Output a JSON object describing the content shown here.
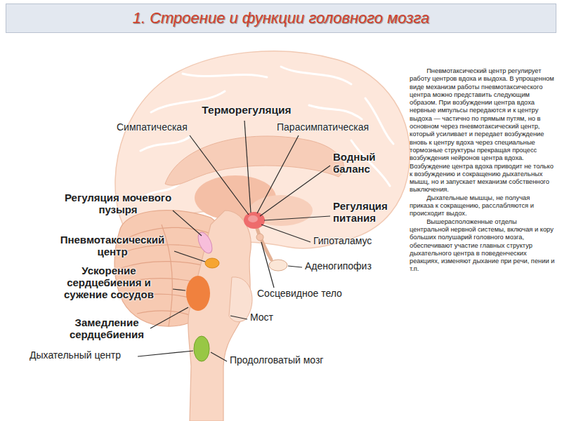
{
  "diagram": {
    "title": "1. Строение и функции головного мозга",
    "labels": [
      "Терморегуляция",
      "Симпатическая",
      "Парасимпатическая",
      "Водный баланс",
      "Регуляция питания",
      "Гипоталамус",
      "Аденогипофиз",
      "Сосцевидное тело",
      "Мост",
      "Продолговатый мозг",
      "Дыхательный центр",
      "Замедление сердцебиения",
      "Ускорение сердцебиения и сужение сосудов",
      "Пневмотаксический центр",
      "Регуляция мочевого пузыря",
      "Пневмотаксический центр регулирует работу центров вдоха и выдоха. В упрощенном виде механизм работы пневмотаксического центра можно представить следующим образом. При возбуждении центра вдоха нервные импульсы передаются и к центру выдоха — частично по прямым путям, но в основном через пневмотаксический центр, который усиливает и передает возбуждение вновь к центру вдоха через специальные тормозные структуры прекращая процесс возбуждения нейронов центра вдоха. Возбуждение центра вдоха приводит не только к возбуждению и сокращению дыхательных мышц, но и запускает механизм собственного выключения.",
      "Дыхательные мышцы, не получая приказа к сокращению, расслабляются и происходит выдох.",
      "Вышерасположенные отделы центральной нервной системы, включая и кору больших полушарий головного мозга, обеспечивают участие главных структур дыхательного центра в поведенческих реакциях, изменяют дыхание при речи, пении и т.п."
    ]
  }
}
